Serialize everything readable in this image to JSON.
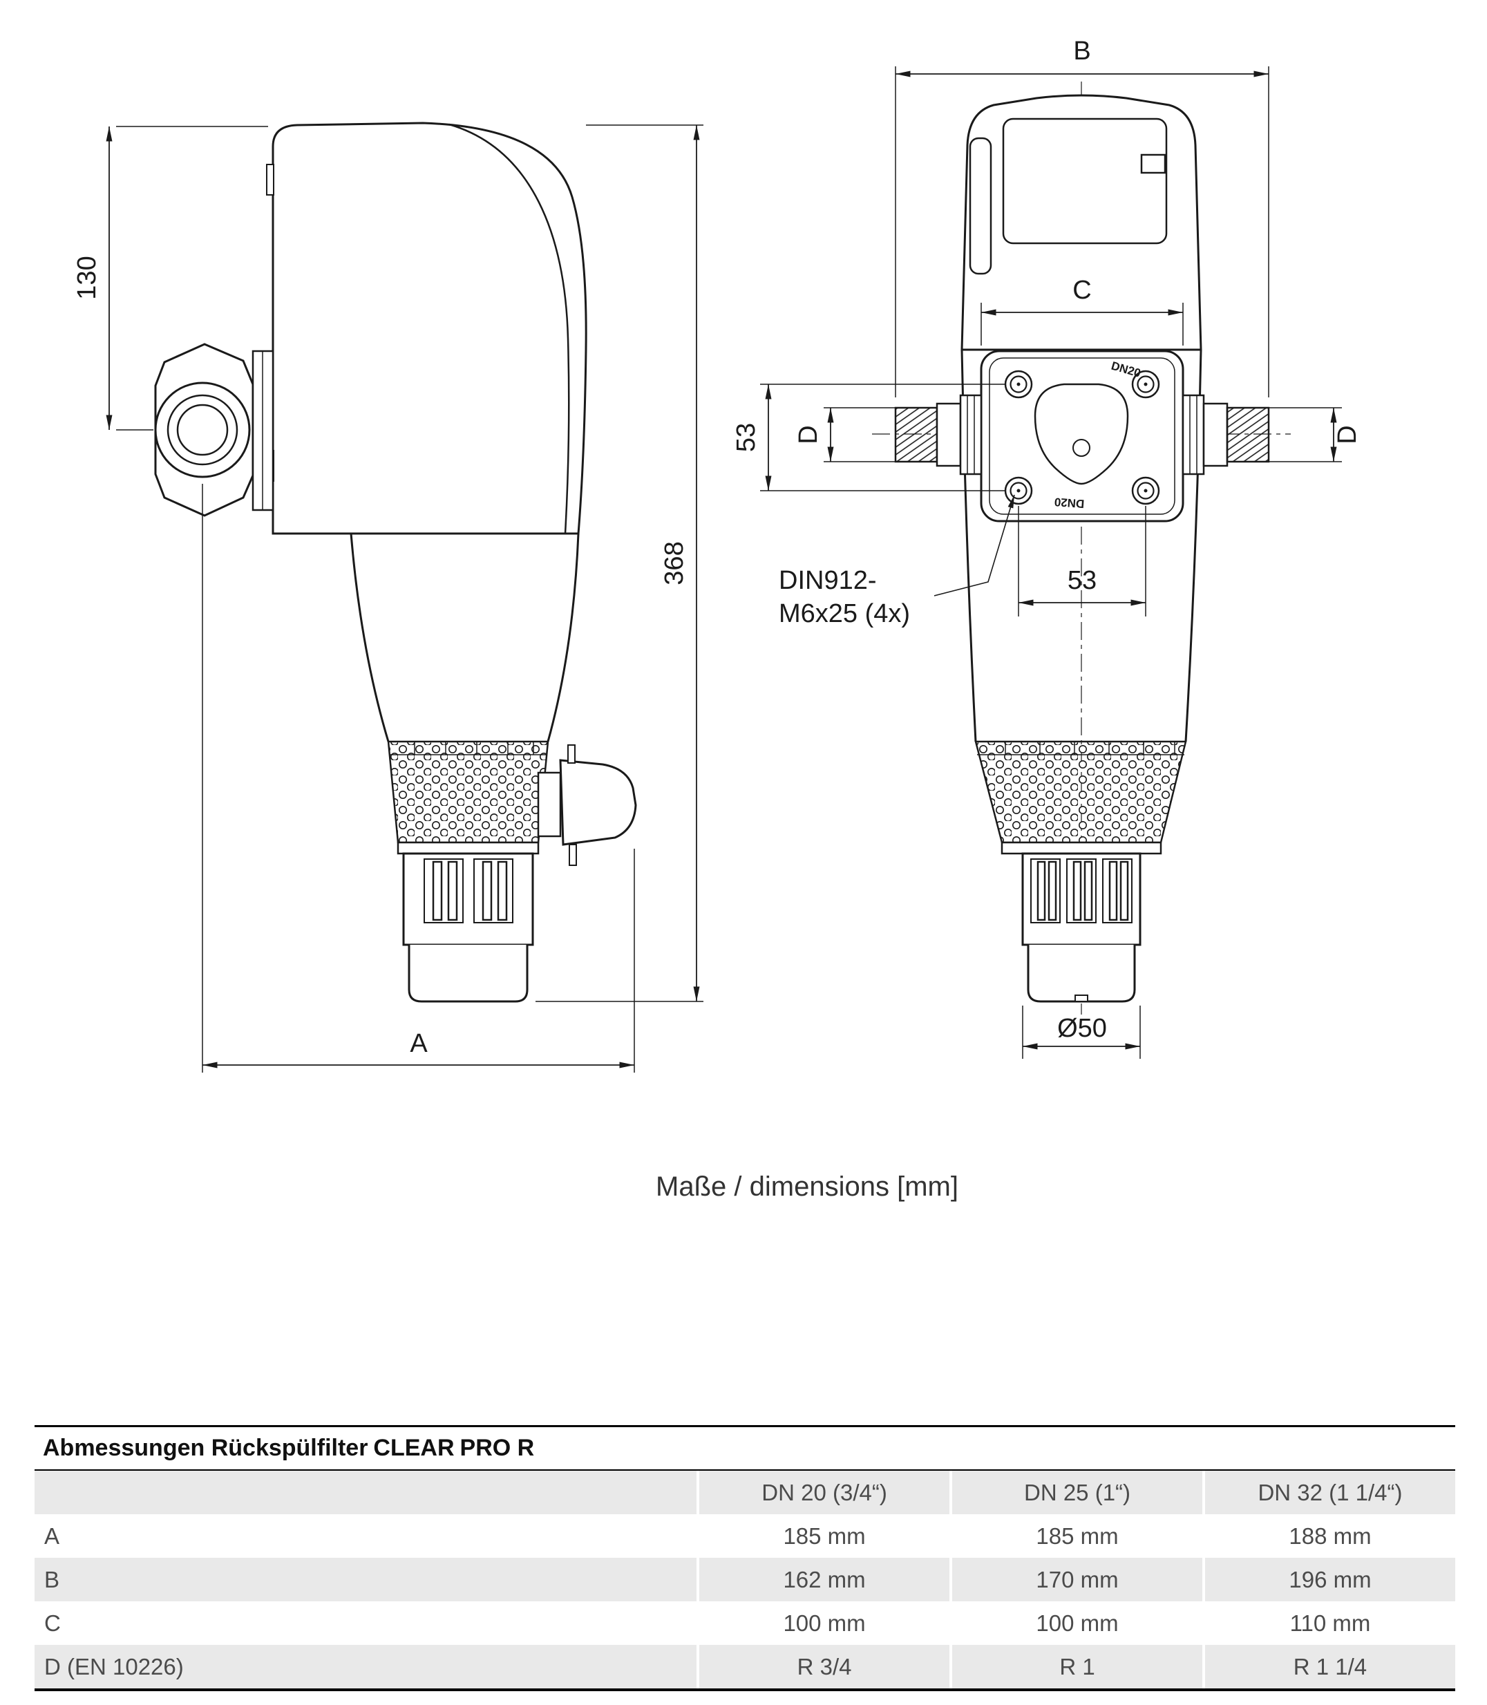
{
  "drawing": {
    "caption": "Maße / dimensions [mm]",
    "side": {
      "height_head": "130",
      "height_total": "368",
      "width_total": "A"
    },
    "front": {
      "width_total": "B",
      "width_flange": "C",
      "bolt_spacing_vertical": "53",
      "bolt_spacing_horizontal": "53",
      "pipe_thread_left": "D",
      "pipe_thread_right": "D",
      "outlet_diameter": "Ø50",
      "screw_note_line1": "DIN912-",
      "screw_note_line2": "M6x25 (4x)",
      "port_label_top": "DN20",
      "port_label_bottom": "DN20"
    }
  },
  "table": {
    "title": {
      "prefix": "Abmessungen Rückspülfilter",
      "brand": "CLEAR",
      "suffix": "PRO R"
    },
    "columns": [
      "DN 20 (3/4“)",
      "DN 25  (1“)",
      "DN 32 (1 1/4“)"
    ],
    "rows": [
      {
        "label": "A",
        "values": [
          "185 mm",
          "185 mm",
          "188 mm"
        ]
      },
      {
        "label": "B",
        "values": [
          "162 mm",
          "170 mm",
          "196 mm"
        ]
      },
      {
        "label": "C",
        "values": [
          "100 mm",
          "100 mm",
          "110 mm"
        ]
      },
      {
        "label": "D (EN 10226)",
        "values": [
          "R 3/4",
          "R 1",
          "R 1 1/4"
        ]
      }
    ]
  }
}
